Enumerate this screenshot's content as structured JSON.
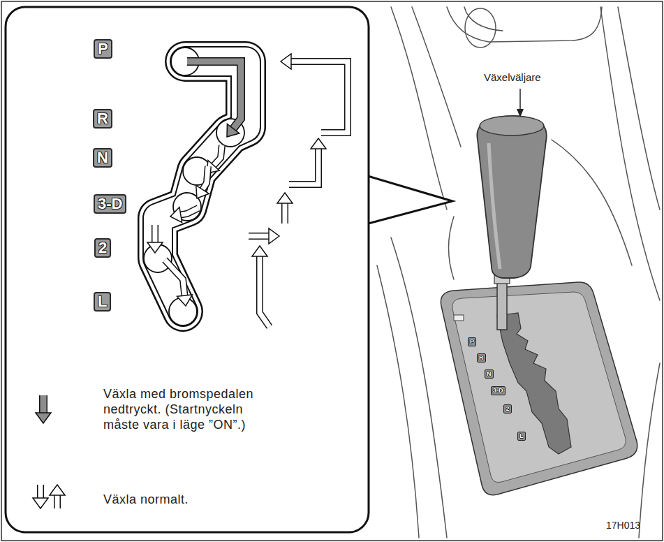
{
  "diagram": {
    "nodes": [
      {
        "text": [
          "P"
        ]
      },
      {
        "text": [
          "R"
        ]
      },
      {
        "text": [
          "N"
        ]
      },
      {
        "text": [
          "3-D"
        ]
      },
      {
        "text": [
          "2"
        ]
      },
      {
        "text": [
          "L"
        ]
      },
      {
        "text": [
          "P"
        ]
      },
      {
        "text": [
          "R"
        ]
      },
      {
        "text": [
          "N"
        ]
      },
      {
        "text": [
          "3-D"
        ]
      },
      {
        "text": [
          "2"
        ]
      },
      {
        "text": [
          "L"
        ]
      }
    ],
    "labels": [
      "Växelväljare",
      "17H013"
    ],
    "legend": [
      {
        "text": "Växla med bromspedalen nedtryckt. (Startnyckeln måste vara i läge ”ON”.)"
      },
      {
        "text": "Växla normalt."
      }
    ]
  }
}
